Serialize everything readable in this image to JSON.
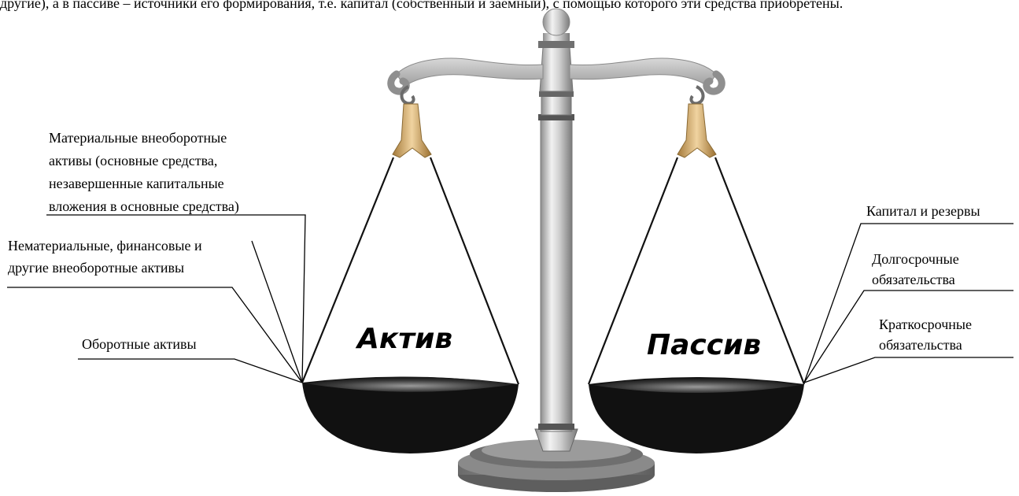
{
  "top_text": "другие), а в пассиве – источники его формирования, т.е. капитал (собственный и заемный), с помощью которого эти средства приобретены.",
  "left_pan": {
    "title": "Актив",
    "labels": {
      "material": [
        "Материальные внеоборотные",
        "активы (основные средства,",
        "незавершенные капитальные",
        "вложения в основные средства)"
      ],
      "intangible": [
        "Нематериальные, финансовые и",
        "другие внеоборотные активы"
      ],
      "current": [
        "Оборотные активы"
      ]
    }
  },
  "right_pan": {
    "title": "Пассив",
    "labels": {
      "capital": [
        "Капитал и резервы"
      ],
      "long_term": [
        "Долгосрочные",
        "обязательства"
      ],
      "short_term": [
        "Краткосрочные",
        "обязательства"
      ]
    }
  },
  "colors": {
    "pan": "#111111",
    "metal": "#b9b9b9",
    "hook": "#c9a266",
    "base": "#7d7d7d"
  }
}
